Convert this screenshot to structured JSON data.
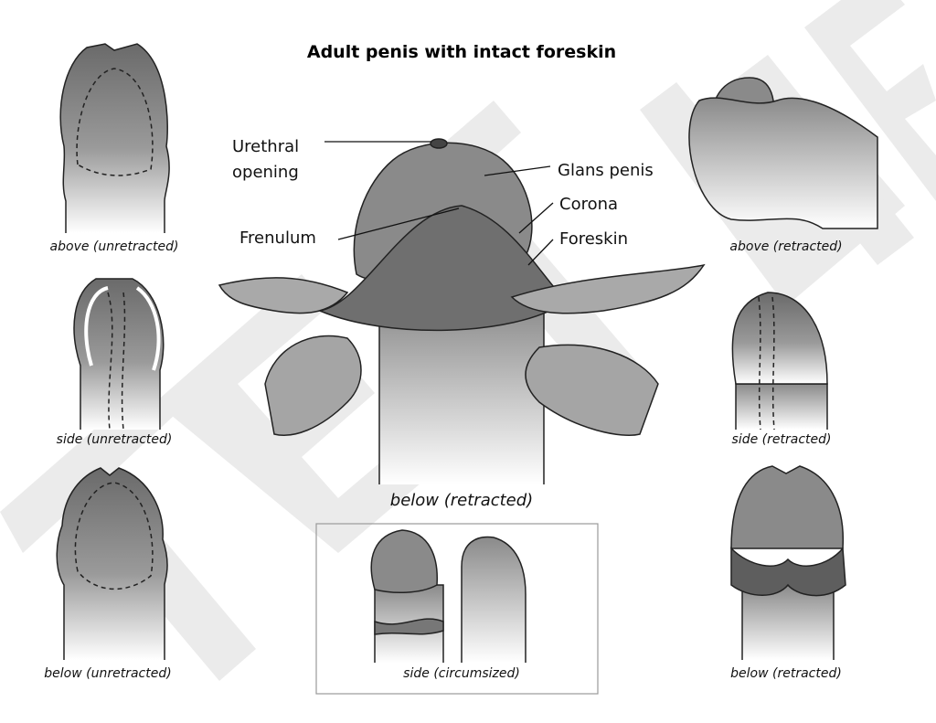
{
  "title": "Adult penis with intact foreskin",
  "labels": {
    "urethral": "Urethral",
    "opening": "opening",
    "glans": "Glans penis",
    "corona": "Corona",
    "frenulum": "Frenulum",
    "foreskin": "Foreskin"
  },
  "captions": {
    "above_unretracted": "above (unretracted)",
    "side_unretracted": "side (unretracted)",
    "below_unretracted": "below (unretracted)",
    "below_retracted_main": "below (retracted)",
    "side_circumcised": "side (circumsized)",
    "above_retracted": "above (retracted)",
    "side_retracted": "side (retracted)",
    "below_retracted": "below (retracted)"
  },
  "watermark": "TETLAFF",
  "colors": {
    "dark": "#5a5a5a",
    "mid": "#8a8a8a",
    "light": "#e8e8e8",
    "watermark": "#e6e6e6"
  }
}
